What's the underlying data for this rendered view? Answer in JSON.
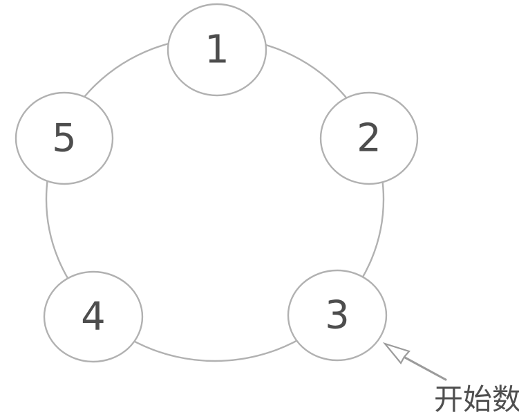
{
  "diagram": {
    "nodes": [
      {
        "id": 1,
        "label": "1"
      },
      {
        "id": 2,
        "label": "2"
      },
      {
        "id": 3,
        "label": "3"
      },
      {
        "id": 4,
        "label": "4"
      },
      {
        "id": 5,
        "label": "5"
      }
    ],
    "annotation": {
      "label": "开始数",
      "arrow_points_to_node": "3"
    },
    "colors": {
      "outline": "#b1b1b1",
      "number": "#4d4d4d",
      "arrow": "#9b9b9b",
      "annotation": "#4f4f4f",
      "node_fill": "#ffffff",
      "background": "#ffffff"
    }
  }
}
